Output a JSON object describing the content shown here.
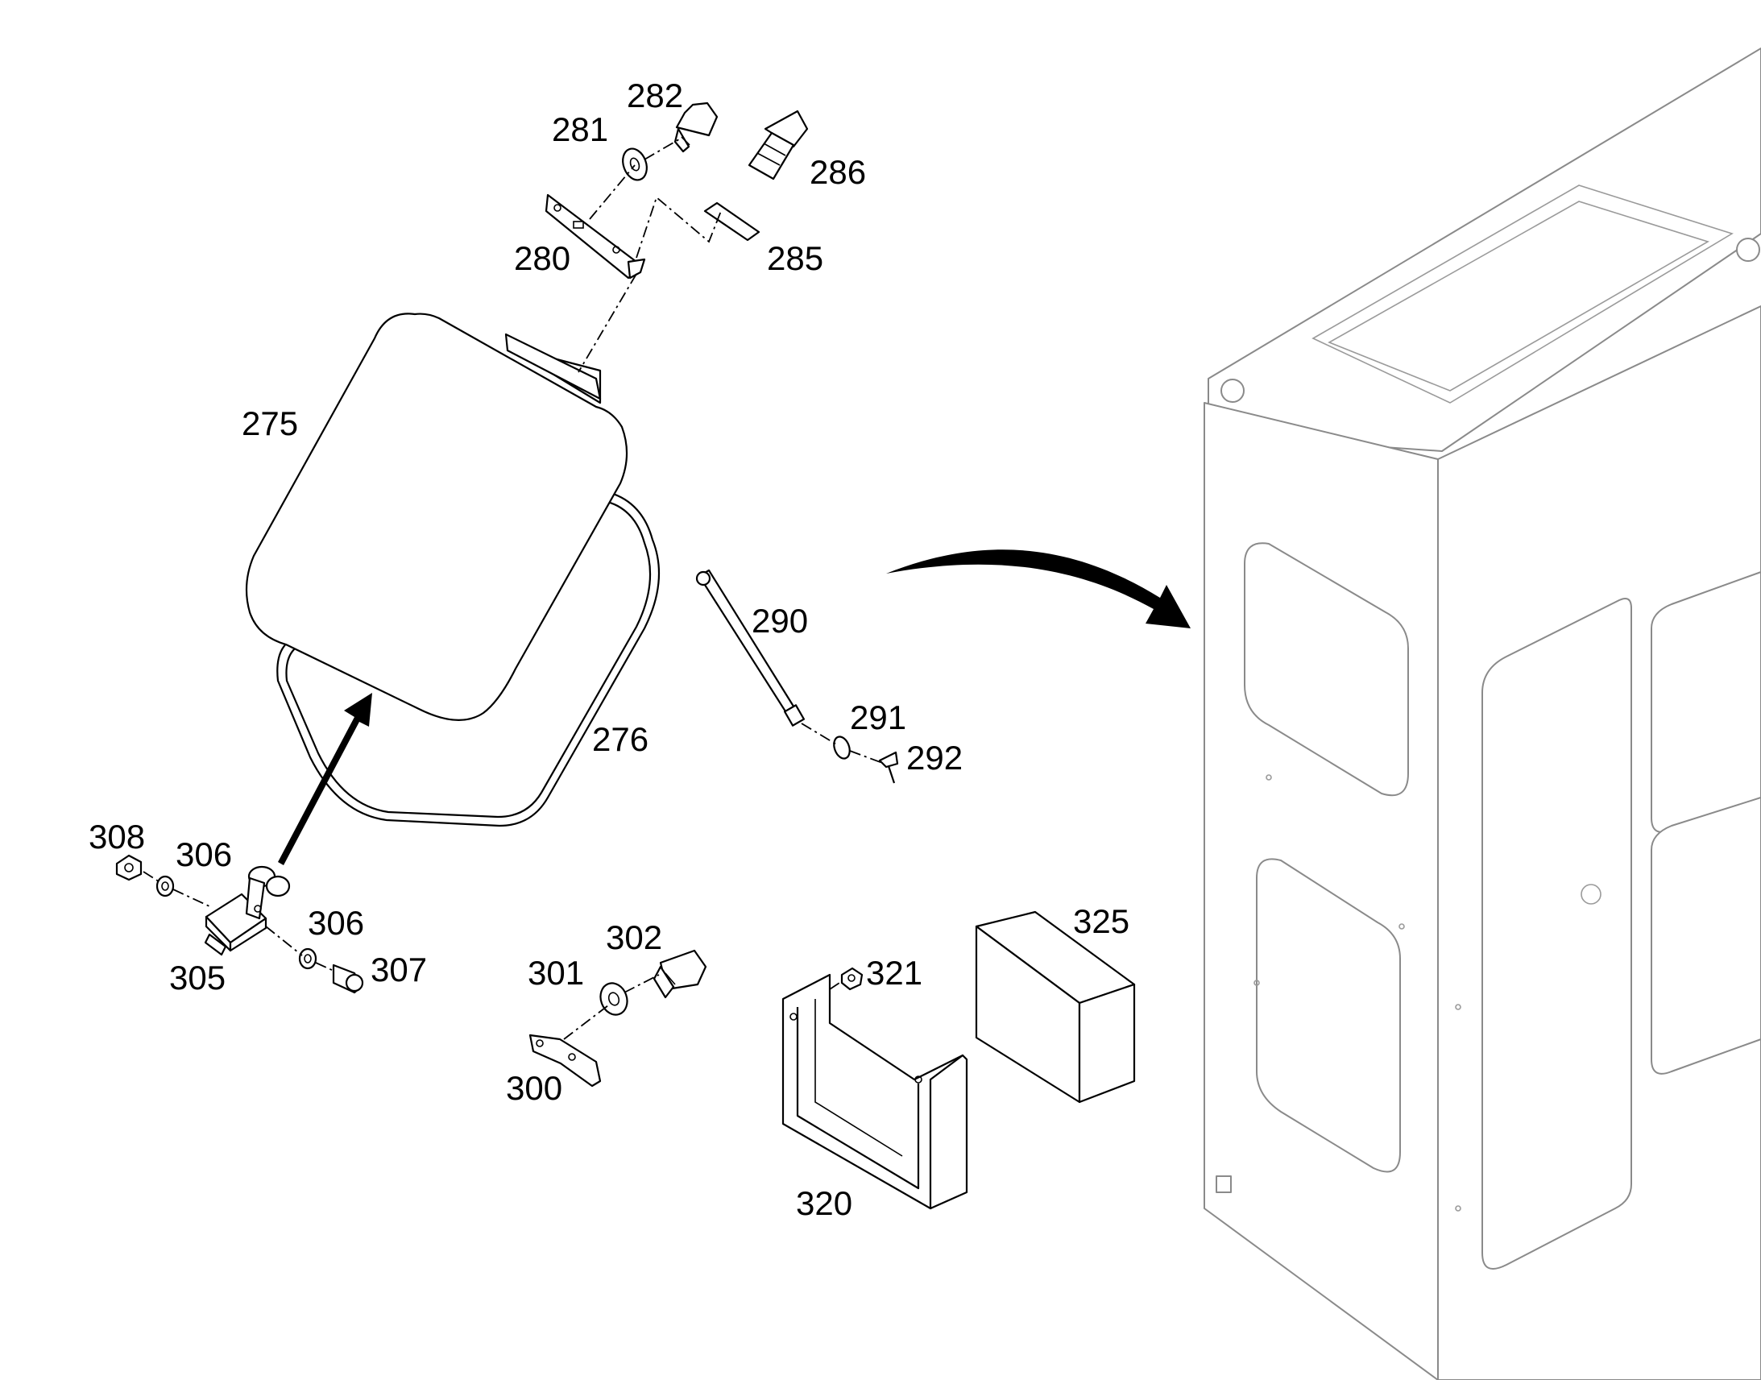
{
  "callouts": {
    "c275": "275",
    "c276": "276",
    "c280": "280",
    "c281": "281",
    "c282": "282",
    "c285": "285",
    "c286": "286",
    "c290": "290",
    "c291": "291",
    "c292": "292",
    "c300": "300",
    "c301": "301",
    "c302": "302",
    "c305": "305",
    "c306a": "306",
    "c306b": "306",
    "c307": "307",
    "c308": "308",
    "c320": "320",
    "c321": "321",
    "c325": "325"
  },
  "colors": {
    "line": "#000000",
    "frame_line": "#8a8a8a",
    "background": "#ffffff"
  }
}
